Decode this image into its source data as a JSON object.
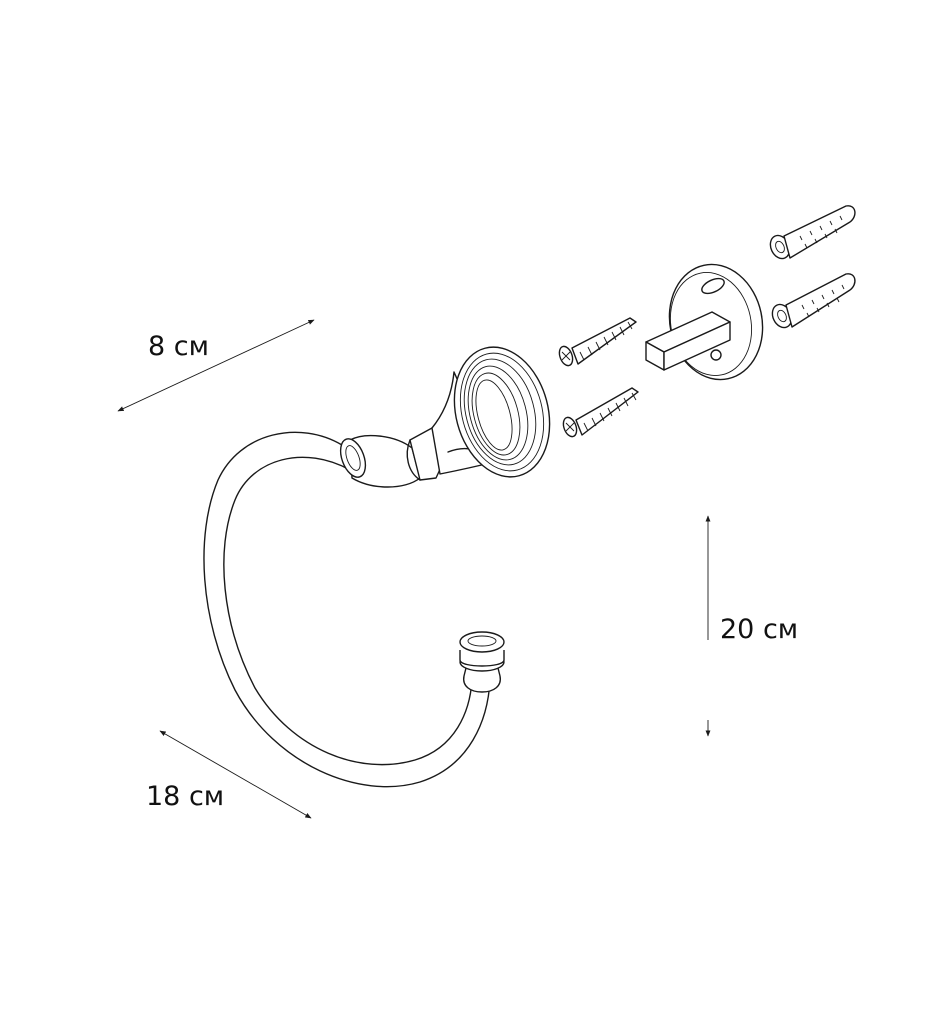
{
  "dimensions": {
    "depth": "8 см",
    "width": "18 см",
    "height": "20 см"
  },
  "colors": {
    "ink": "#1a1a1a",
    "background": "#ffffff"
  }
}
